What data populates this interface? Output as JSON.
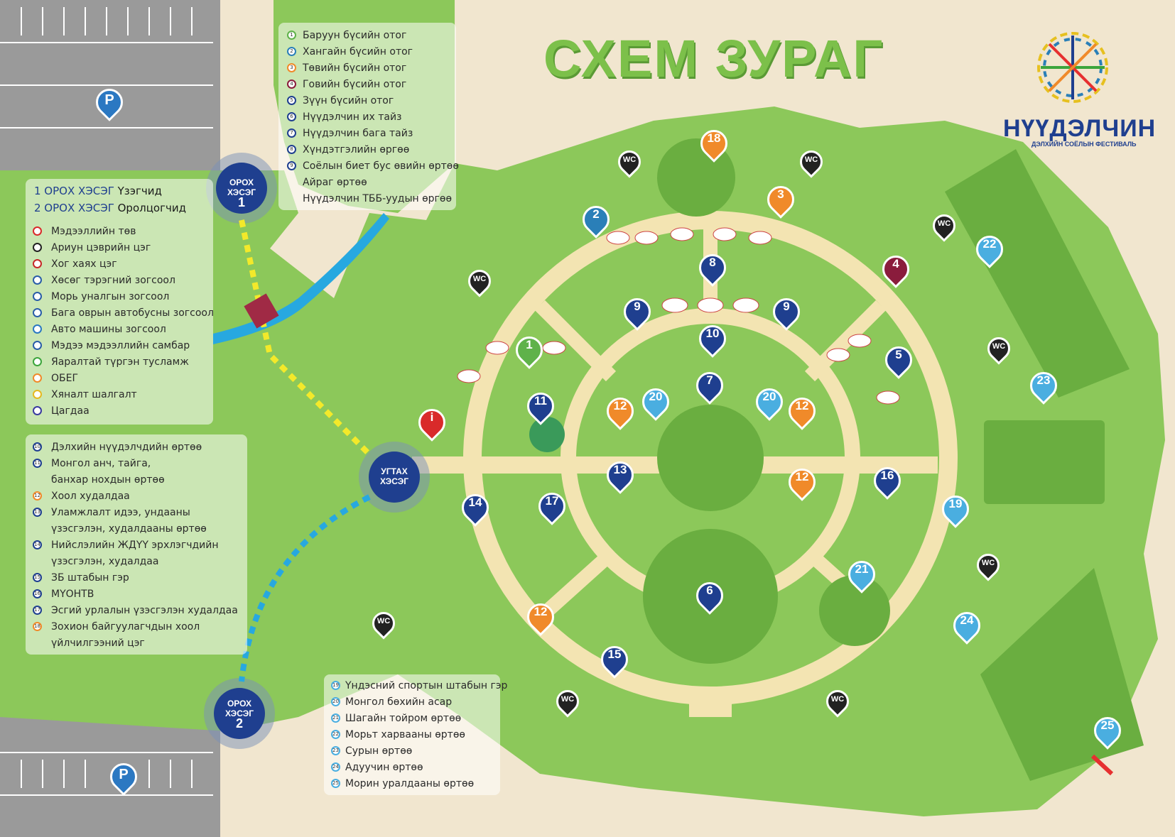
{
  "title": "СХЕМ ЗУРАГ",
  "logo": {
    "name": "НҮҮДЭЛЧИН",
    "subtitle": "ДЭЛХИЙН СОЁЛЫН ФЕСТИВАЛЬ"
  },
  "gates": {
    "gate1": {
      "line1": "ОРОХ",
      "line2": "ХЭСЭГ",
      "num": "1"
    },
    "gate2": {
      "line1": "ОРОХ",
      "line2": "ХЭСЭГ",
      "num": "2"
    },
    "greeting": {
      "line1": "УГТАХ",
      "line2": "ХЭСЭГ"
    }
  },
  "legend_top": {
    "items": [
      {
        "n": "1",
        "label": "Баруун бүсийн отог",
        "color": "#5fb24a"
      },
      {
        "n": "2",
        "label": "Хангайн бүсийн отог",
        "color": "#2a7fb8"
      },
      {
        "n": "3",
        "label": "Төвийн бүсийн отог",
        "color": "#f08a2a"
      },
      {
        "n": "4",
        "label": "Говийн бүсийн отог",
        "color": "#8a1c3c"
      },
      {
        "n": "5",
        "label": "Зүүн бүсийн отог",
        "color": "#1f3f8f"
      },
      {
        "n": "6",
        "label": "Нүүдэлчин их тайз",
        "color": "#1f3f8f"
      },
      {
        "n": "7",
        "label": "Нүүдэлчин бага тайз",
        "color": "#1f3f8f"
      },
      {
        "n": "8",
        "label": "Хүндэтгэлийн өргөө",
        "color": "#1f3f8f"
      },
      {
        "n": "9",
        "label": "Соёлын биет бус өвийн өртөө",
        "color": "#1f3f8f"
      },
      {
        "n": "",
        "label": "Айраг өртөө",
        "color": "#ffffff"
      },
      {
        "n": "",
        "label": "Нүүдэлчин ТББ-уудын өргөө",
        "color": "#ffffff"
      }
    ]
  },
  "legend_left": {
    "header1": {
      "prefix": "1 ОРОХ ХЭСЭГ",
      "text": " Үзэгчид"
    },
    "header2": {
      "prefix": "2 ОРОХ ХЭСЭГ",
      "text": " Оролцогчид"
    },
    "items": [
      {
        "icon": "info-icon",
        "label": "Мэдээллийн төв",
        "color": "#d92a2a"
      },
      {
        "icon": "wc-icon",
        "label": "Ариун цэврийн цэг",
        "color": "#222222"
      },
      {
        "icon": "trash-icon",
        "label": "Хог хаях цэг",
        "color": "#c62828"
      },
      {
        "icon": "cart-icon",
        "label": "Хөсөг тэрэгний зогсоол",
        "color": "#2a5da8"
      },
      {
        "icon": "horse-icon",
        "label": "Морь уналгын зогсоол",
        "color": "#2a5da8"
      },
      {
        "icon": "bus-icon",
        "label": "Бага оврын автобусны зогсоол",
        "color": "#2a5da8"
      },
      {
        "icon": "parking-icon",
        "label": "Авто машины зогсоол",
        "color": "#2b78c2"
      },
      {
        "icon": "signpost-icon",
        "label": "Мэдээ мэдээллийн самбар",
        "color": "#2a5da8"
      },
      {
        "icon": "firstaid-icon",
        "label": "Яаралтай түргэн тусламж",
        "color": "#3ca53c"
      },
      {
        "icon": "emergency-icon",
        "label": "ОБЕГ",
        "color": "#f08a2a"
      },
      {
        "icon": "inspection-icon",
        "label": "Хяналт шалгалт",
        "color": "#e6b820"
      },
      {
        "icon": "police-icon",
        "label": "Цагдаа",
        "color": "#3a3aa0"
      }
    ]
  },
  "legend_mid": {
    "items": [
      {
        "n": "10",
        "label": "Дэлхийн нүүдэлчдийн өртөө",
        "color": "#1f3f8f"
      },
      {
        "n": "11",
        "label": "Монгол анч, тайга,",
        "color": "#1f3f8f"
      },
      {
        "n": "",
        "label": "банхар нохдын өртөө",
        "color": ""
      },
      {
        "n": "12",
        "label": "Хоол худалдаа",
        "color": "#f08a2a"
      },
      {
        "n": "13",
        "label": "Уламжлалт идээ, ундааны",
        "color": "#1f3f8f"
      },
      {
        "n": "",
        "label": "үзэсгэлэн, худалдааны өртөө",
        "color": ""
      },
      {
        "n": "14",
        "label": "Нийслэлийн ЖДҮҮ эрхлэгчдийн",
        "color": "#1f3f8f"
      },
      {
        "n": "",
        "label": "үзэсгэлэн, худалдаа",
        "color": ""
      },
      {
        "n": "15",
        "label": "ЗБ штабын гэр",
        "color": "#1f3f8f"
      },
      {
        "n": "16",
        "label": "МҮОНТВ",
        "color": "#1f3f8f"
      },
      {
        "n": "17",
        "label": "Эсгий урлалын үзэсгэлэн худалдаа",
        "color": "#1f3f8f"
      },
      {
        "n": "18",
        "label": "Зохион байгуулагчдын хоол",
        "color": "#f08a2a"
      },
      {
        "n": "",
        "label": "үйлчилгээний цэг",
        "color": ""
      }
    ]
  },
  "legend_bottom": {
    "items": [
      {
        "n": "19",
        "label": "Үндэсний спортын штабын гэр",
        "color": "#4aaee0"
      },
      {
        "n": "20",
        "label": "Монгол бөхийн асар",
        "color": "#4aaee0"
      },
      {
        "n": "21",
        "label": "Шагайн тойром өртөө",
        "color": "#4aaee0"
      },
      {
        "n": "22",
        "label": "Морьт харвааны өртөө",
        "color": "#4aaee0"
      },
      {
        "n": "23",
        "label": "Сурын өртөө",
        "color": "#4aaee0"
      },
      {
        "n": "24",
        "label": "Адуучин өртөө",
        "color": "#4aaee0"
      },
      {
        "n": "25",
        "label": "Морин уралдааны өртөө",
        "color": "#4aaee0"
      }
    ]
  },
  "map_markers": [
    {
      "n": "1",
      "color": "#5fb24a"
    },
    {
      "n": "2",
      "color": "#2a7fb8"
    },
    {
      "n": "3",
      "color": "#f08a2a"
    },
    {
      "n": "4",
      "color": "#8a1c3c"
    },
    {
      "n": "5",
      "color": "#1f3f8f"
    },
    {
      "n": "6",
      "color": "#1f3f8f"
    },
    {
      "n": "7",
      "color": "#1f3f8f"
    },
    {
      "n": "8",
      "color": "#1f3f8f"
    },
    {
      "n": "9",
      "color": "#1f3f8f"
    },
    {
      "n": "9",
      "color": "#1f3f8f"
    },
    {
      "n": "10",
      "color": "#1f3f8f"
    },
    {
      "n": "11",
      "color": "#1f3f8f"
    },
    {
      "n": "12",
      "color": "#f08a2a"
    },
    {
      "n": "12",
      "color": "#f08a2a"
    },
    {
      "n": "12",
      "color": "#f08a2a"
    },
    {
      "n": "12",
      "color": "#f08a2a"
    },
    {
      "n": "13",
      "color": "#1f3f8f"
    },
    {
      "n": "14",
      "color": "#1f3f8f"
    },
    {
      "n": "15",
      "color": "#1f3f8f"
    },
    {
      "n": "16",
      "color": "#1f3f8f"
    },
    {
      "n": "17",
      "color": "#1f3f8f"
    },
    {
      "n": "18",
      "color": "#f08a2a"
    },
    {
      "n": "19",
      "color": "#4aaee0"
    },
    {
      "n": "20",
      "color": "#4aaee0"
    },
    {
      "n": "20",
      "color": "#4aaee0"
    },
    {
      "n": "21",
      "color": "#4aaee0"
    },
    {
      "n": "22",
      "color": "#4aaee0"
    },
    {
      "n": "23",
      "color": "#4aaee0"
    },
    {
      "n": "24",
      "color": "#4aaee0"
    },
    {
      "n": "25",
      "color": "#4aaee0"
    }
  ],
  "wc_label": "WC",
  "parking_label": "P",
  "colors": {
    "grass": "#8cc85a",
    "grass_dark": "#6aae40",
    "path": "#f3e4b2",
    "sand": "#f1e6cf",
    "river": "#27a8e0",
    "road": "#9a9a9a",
    "title_green": "#7cc04a",
    "navy": "#1f3f8f"
  }
}
